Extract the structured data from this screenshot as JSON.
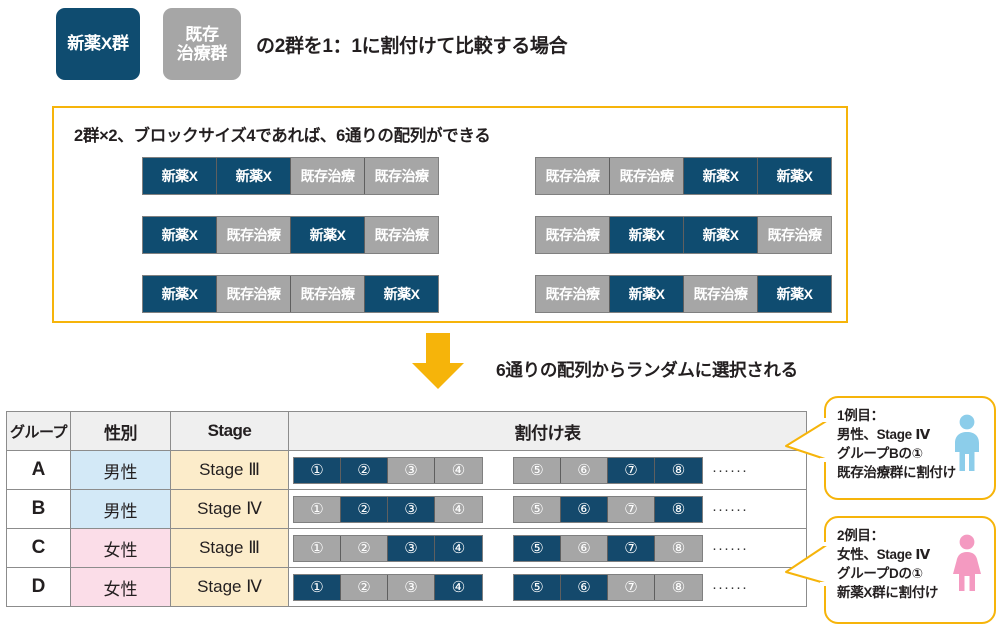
{
  "header": {
    "pill_new": "新薬X群",
    "pill_existing": "既存\n治療群",
    "caption": "の2群を1：1に割付けて比較する場合"
  },
  "panel": {
    "title": "2群×2、ブロックサイズ4であれば、6通りの配列ができる",
    "label_new": "新薬X",
    "label_old": "既存治療",
    "sequences": [
      {
        "side": "left",
        "cells": [
          "new",
          "new",
          "old",
          "old"
        ]
      },
      {
        "side": "right",
        "cells": [
          "old",
          "old",
          "new",
          "new"
        ]
      },
      {
        "side": "left",
        "cells": [
          "new",
          "old",
          "new",
          "old"
        ]
      },
      {
        "side": "right",
        "cells": [
          "old",
          "new",
          "new",
          "old"
        ]
      },
      {
        "side": "left",
        "cells": [
          "new",
          "old",
          "old",
          "new"
        ]
      },
      {
        "side": "right",
        "cells": [
          "old",
          "new",
          "old",
          "new"
        ]
      }
    ]
  },
  "arrow": {
    "icon": "down-arrow-icon",
    "color": "#f6b40a",
    "note": "6通りの配列からランダムに選択される"
  },
  "table": {
    "headers": [
      "グループ",
      "性別",
      "Stage",
      "割付け表"
    ],
    "dots": "······",
    "rows": [
      {
        "group": "A",
        "sex": "男性",
        "sex_class": "male",
        "stage": "Stage Ⅲ",
        "block1": {
          "numbers": [
            "①",
            "②",
            "③",
            "④"
          ],
          "cells": [
            "new",
            "new",
            "old",
            "old"
          ]
        },
        "block2": {
          "numbers": [
            "⑤",
            "⑥",
            "⑦",
            "⑧"
          ],
          "cells": [
            "old",
            "old",
            "new",
            "new"
          ]
        }
      },
      {
        "group": "B",
        "sex": "男性",
        "sex_class": "male",
        "stage": "Stage Ⅳ",
        "block1": {
          "numbers": [
            "①",
            "②",
            "③",
            "④"
          ],
          "cells": [
            "old",
            "new",
            "new",
            "old"
          ]
        },
        "block2": {
          "numbers": [
            "⑤",
            "⑥",
            "⑦",
            "⑧"
          ],
          "cells": [
            "old",
            "new",
            "old",
            "new"
          ]
        }
      },
      {
        "group": "C",
        "sex": "女性",
        "sex_class": "female",
        "stage": "Stage Ⅲ",
        "block1": {
          "numbers": [
            "①",
            "②",
            "③",
            "④"
          ],
          "cells": [
            "old",
            "old",
            "new",
            "new"
          ]
        },
        "block2": {
          "numbers": [
            "⑤",
            "⑥",
            "⑦",
            "⑧"
          ],
          "cells": [
            "new",
            "old",
            "new",
            "old"
          ]
        }
      },
      {
        "group": "D",
        "sex": "女性",
        "sex_class": "female",
        "stage": "Stage Ⅳ",
        "block1": {
          "numbers": [
            "①",
            "②",
            "③",
            "④"
          ],
          "cells": [
            "new",
            "old",
            "old",
            "new"
          ]
        },
        "block2": {
          "numbers": [
            "⑤",
            "⑥",
            "⑦",
            "⑧"
          ],
          "cells": [
            "new",
            "new",
            "old",
            "old"
          ]
        }
      }
    ]
  },
  "callouts": [
    {
      "text": "1例目：\n男性、Stage Ⅳ\nグループBの①\n既存治療群に割付け",
      "icon": "male-person-icon",
      "icon_color": "#8ccdea"
    },
    {
      "text": "2例目：\n女性、Stage Ⅳ\nグループDの①\n新薬X群に割付け",
      "icon": "female-person-icon",
      "icon_color": "#f49ac1"
    }
  ],
  "colors": {
    "new_drug": "#0f4c70",
    "existing_treatment": "#a6a6a6",
    "accent_yellow": "#f6b40a",
    "male_bg": "#d3e9f7",
    "female_bg": "#fbdde8",
    "stage_bg": "#fcecca"
  }
}
